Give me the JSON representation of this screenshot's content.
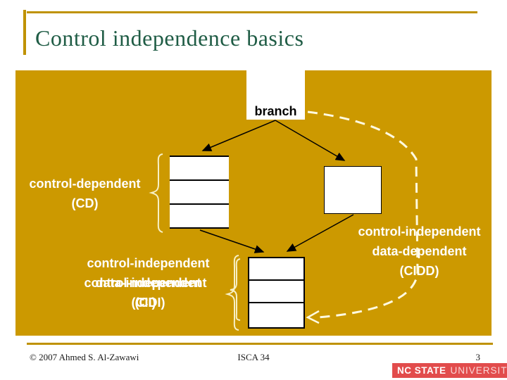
{
  "slide": {
    "title": "Control independence basics",
    "footer": {
      "copyright": "© 2007 Ahmed S. Al-Zawawi",
      "conference": "ISCA 34",
      "page_number": "3"
    },
    "branding": {
      "bold": "NC STATE",
      "light": "UNIVERSITY"
    }
  },
  "diagram": {
    "branch_label": "branch",
    "labels": {
      "cd": [
        "control-dependent",
        "(CD)"
      ],
      "cidd": [
        "control-independent",
        "data-dependent",
        "(CIDD)"
      ],
      "cidi": [
        "control-independent",
        "data-independent",
        "(CIDI)"
      ],
      "ci": [
        "control-independent",
        "(CI)"
      ]
    }
  },
  "colors": {
    "panel_gold": "#CC9900",
    "rule_gold": "#BF9202",
    "title_green": "#1F5C45",
    "banner_red": "#E24C4C",
    "dash_cream": "#FFFAE0",
    "brace_cream": "#F7F0C6"
  }
}
